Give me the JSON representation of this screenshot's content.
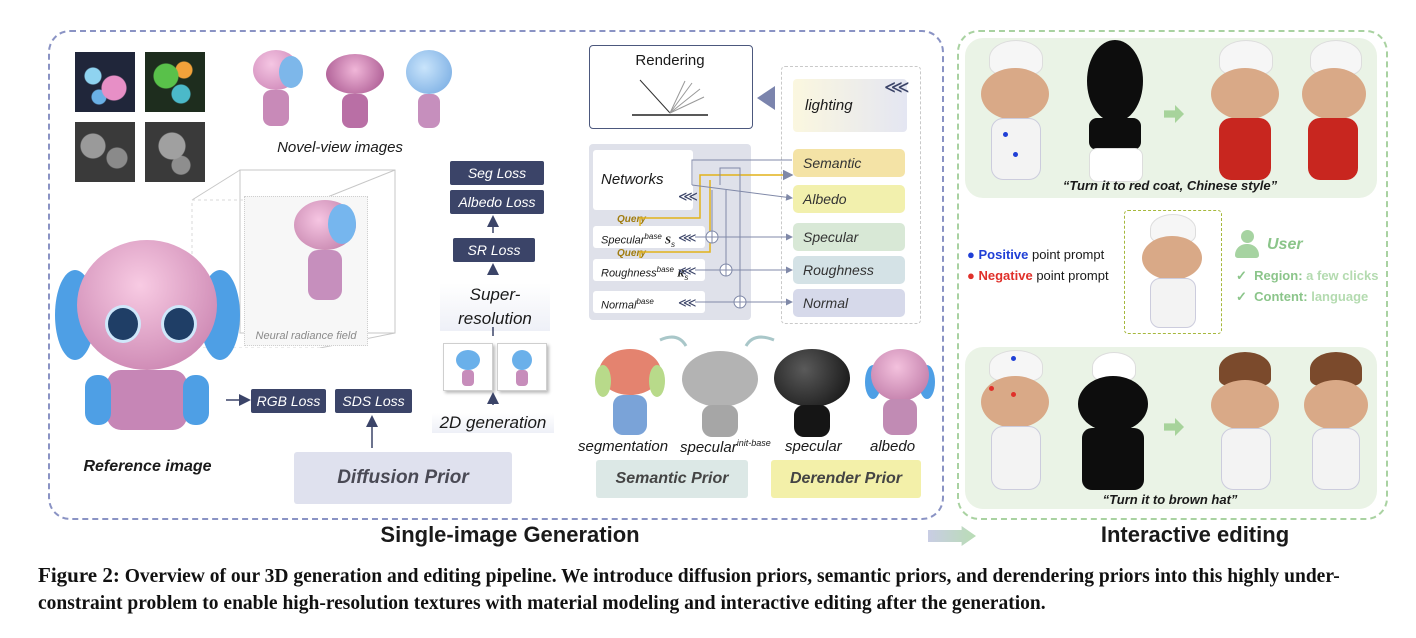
{
  "left_section": {
    "title": "Single-image Generation",
    "novel_view_label": "Novel-view images",
    "nerf_label": "Neural radiance field",
    "reference_label": "Reference image",
    "losses": {
      "seg": "Seg Loss",
      "albedo": "Albedo Loss",
      "sr": "SR Loss",
      "rgb": "RGB Loss",
      "sds": "SDS Loss"
    },
    "super_resolution": "Super-\nresolution",
    "generation_2d": "2D generation",
    "diffusion_prior": "Diffusion Prior",
    "rendering": "Rendering",
    "lighting": "lighting",
    "networks": "Networks",
    "query_1": "Query",
    "query_2": "Query",
    "specular_base": "Specular",
    "specular_base_sup": "base",
    "specular_base_sym": "S",
    "specular_base_sub": "s",
    "roughness_base": "Roughness",
    "roughness_base_sup": "base",
    "roughness_base_sym": "R",
    "roughness_base_sub": "s",
    "normal_base": "Normal",
    "normal_base_sup": "base",
    "channels": [
      "Semantic",
      "Albedo",
      "Specular",
      "Roughness",
      "Normal"
    ],
    "prior_renders": {
      "segmentation": "segmentation",
      "specular_init": "specular",
      "specular_init_sup": "init-base",
      "specular": "specular",
      "albedo": "albedo"
    },
    "semantic_prior": "Semantic Prior",
    "derender_prior": "Derender Prior"
  },
  "right_section": {
    "title": "Interactive editing",
    "top_caption": "“Turn it to red coat, Chinese style”",
    "bottom_caption": "“Turn it to brown hat”",
    "positive_word": "Positive",
    "negative_word": "Negative",
    "point_prompt": "point prompt",
    "user": "User",
    "region_label": "Region:",
    "region_value": "a few clicks",
    "content_label": "Content:",
    "content_value": "language"
  },
  "caption": {
    "figure_label": "Figure 2:",
    "text": "Overview of our 3D generation and editing pipeline. We introduce diffusion priors, semantic priors, and derendering priors into this highly under-constraint problem to enable high-resolution textures with material modeling and interactive editing after the generation."
  },
  "colors": {
    "loss_box": "#3b4468",
    "positive": "#1f3fd6",
    "negative": "#e0302a",
    "user_green": "#8bc58a",
    "query_yellow": "#e2b21a"
  }
}
